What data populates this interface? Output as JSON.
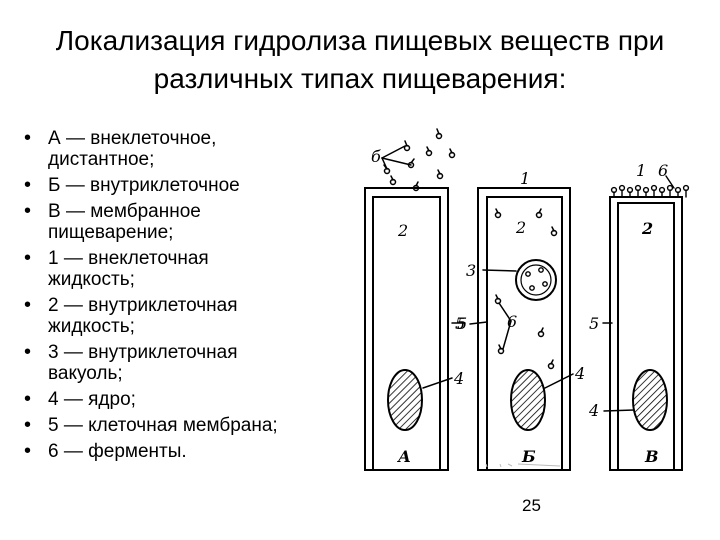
{
  "slide": {
    "title_line1": "Локализация гидролиза пищевых веществ при",
    "title_line2": "различных типах пищеварения:",
    "page_number": "25"
  },
  "legend": [
    {
      "line1": "А — внеклеточное,",
      "line2": "дистантное;"
    },
    {
      "line1": "Б — внутриклеточное",
      "line2": ""
    },
    {
      "line1": "В — мембранное",
      "line2": "пищеварение;"
    },
    {
      "line1": "1 — внеклеточная",
      "line2": "жидкость;"
    },
    {
      "line1": "2 — внутриклеточная",
      "line2": "жидкость;"
    },
    {
      "line1": "3 — внутриклеточная",
      "line2": "вакуоль;"
    },
    {
      "line1": "4 — ядро;",
      "line2": ""
    },
    {
      "line1": "5 — клеточная мембрана;",
      "line2": ""
    },
    {
      "line1": "6 — ферменты.",
      "line2": ""
    }
  ],
  "diagram": {
    "cell_a": {
      "letter": "А",
      "label_2": "2",
      "label_4": "4",
      "label_5": "5",
      "label_6": "б"
    },
    "cell_b": {
      "letter": "Б",
      "label_1": "1",
      "label_2": "2",
      "label_3": "3",
      "label_4": "4",
      "label_5": "5",
      "label_6": "6"
    },
    "cell_v": {
      "letter": "В",
      "label_1": "1",
      "label_2": "2",
      "label_4": "4",
      "label_6": "6"
    }
  }
}
